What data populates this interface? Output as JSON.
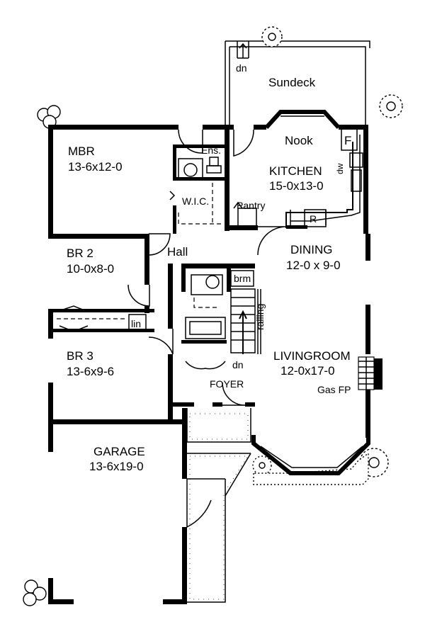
{
  "rooms": {
    "sundeck": "Sundeck",
    "deck_stair": "dn",
    "nook": "Nook",
    "fridge": "F",
    "dishwasher": "dw",
    "kitchen": "KITCHEN",
    "kitchen_size": "15-0x13-0",
    "range": "R",
    "pantry": "Pantry",
    "mbr": "MBR",
    "mbr_size": "13-6x12-0",
    "ensuite": "Ens.",
    "wic": "W.I.C.",
    "hall": "Hall",
    "br2": "BR 2",
    "br2_size": "10-0x8-0",
    "linen": "lin",
    "br3": "BR 3",
    "br3_size": "13-6x9-6",
    "dining": "DINING",
    "dining_size": "12-0 x 9-0",
    "bathroom": "brm",
    "railing": "railing",
    "stair_down": "dn",
    "livingroom": "LIVINGROOM",
    "livingroom_size": "12-0x17-0",
    "fireplace": "Gas FP",
    "foyer": "FOYER",
    "garage": "GARAGE",
    "garage_size": "13-6x19-0"
  }
}
